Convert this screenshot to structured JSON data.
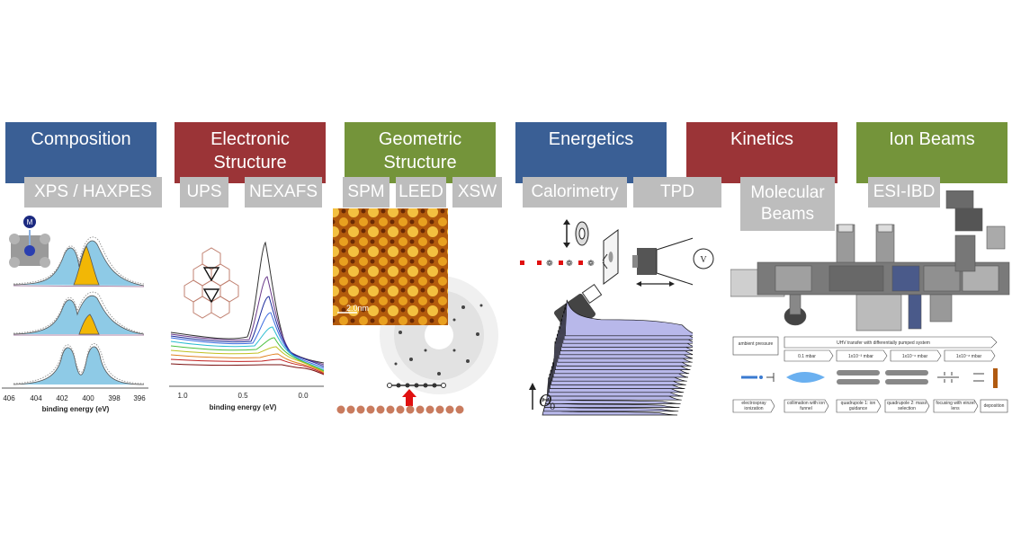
{
  "colors": {
    "blue": "#3a5f95",
    "red": "#9b3437",
    "green": "#74943a",
    "gray": "#bdbdbd"
  },
  "columns": [
    {
      "title": "Composition",
      "subs": [
        "XPS / HAXPES"
      ]
    },
    {
      "title": "Electronic Structure",
      "subs": [
        "UPS",
        "NEXAFS"
      ]
    },
    {
      "title": "Geometric Structure",
      "subs": [
        "SPM",
        "LEED",
        "XSW"
      ]
    },
    {
      "title": "Energetics",
      "subs": [
        "Calorimetry",
        "TPD"
      ]
    },
    {
      "title": "Kinetics",
      "subs": [
        "Molecular Beams"
      ]
    },
    {
      "title": "Ion Beams",
      "subs": [
        "ESI-IBD"
      ]
    }
  ],
  "xps": {
    "ticks": [
      "406",
      "404",
      "402",
      "400",
      "398",
      "396"
    ],
    "xlabel": "binding energy (eV)",
    "metal_label": "M"
  },
  "ups": {
    "ticks": [
      "1.0",
      "0.5",
      "0.0"
    ],
    "xlabel": "binding energy (eV)"
  },
  "spm": {
    "scale_label": "2.0nm"
  },
  "calorimetry": {
    "theta_label": "Θ",
    "theta_sub": "0"
  },
  "kinetics": {
    "volt_label": "V"
  },
  "ibd": {
    "ambient": "ambient pressure",
    "transfer": "UHV transfer with differentially pumped system",
    "pressures": [
      "0.1 mbar",
      "1x10⁻³ mbar",
      "1x10⁻⁶ mbar",
      "1x10⁻⁸ mbar"
    ],
    "steps": [
      "electrospray ionization",
      "collimation with ion funnel",
      "quadrupole 1: ion guidance",
      "quadrupole 2: mass selection",
      "focusing with einzel lens",
      "deposition"
    ]
  }
}
